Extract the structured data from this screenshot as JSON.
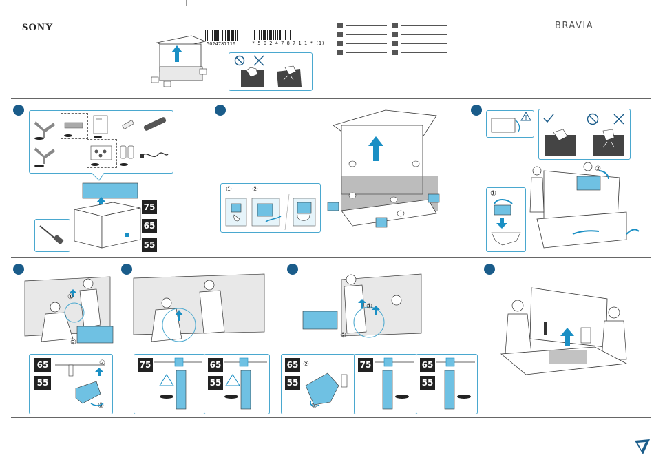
{
  "header": {
    "brand": "SONY",
    "product": "BRAVIA",
    "barcode_1": "5024787110",
    "barcode_2": "* 5 0 2 4 7 8 7 1 1 * (1)"
  },
  "size_labels": {
    "top": [
      "75",
      "65",
      "55"
    ],
    "step4": [
      "65",
      "55"
    ],
    "step5_left": [
      "75"
    ],
    "step5_right": [
      "65",
      "55"
    ],
    "step6_left": [
      "65",
      "55"
    ],
    "step6_mid": [
      "75"
    ],
    "step6_right": [
      "65",
      "55"
    ]
  },
  "callouts": {
    "one": "①",
    "two": "②",
    "three": "③"
  },
  "colors": {
    "accent": "#1a5c8a",
    "cyan": "#4aa8cf",
    "dark": "#222222"
  },
  "icons": [
    "prohibited-icon",
    "cross-icon",
    "check-icon",
    "warning-icon",
    "up-arrow-icon",
    "corner-mark-icon"
  ]
}
